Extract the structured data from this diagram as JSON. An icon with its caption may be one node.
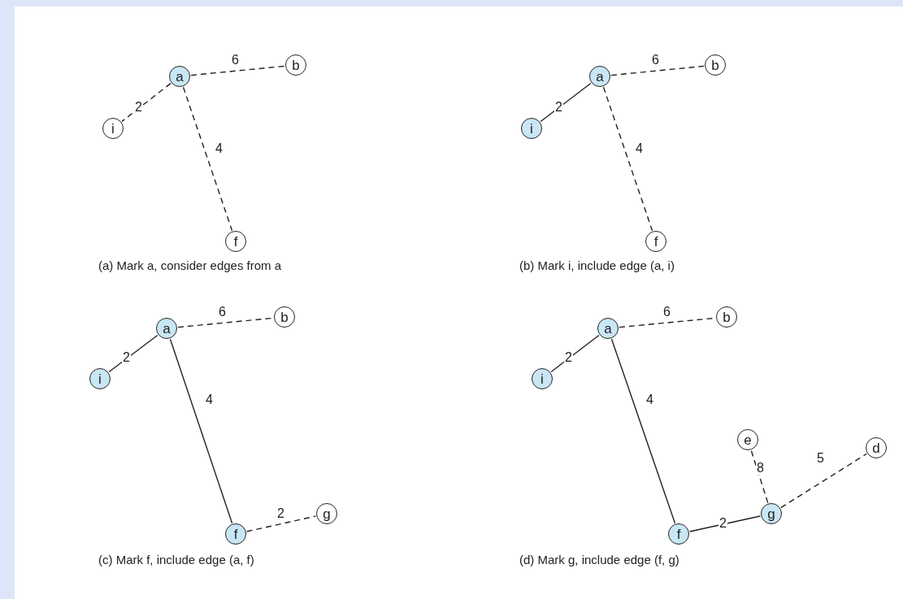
{
  "diagram": {
    "nodes": [
      {
        "text": [
          "a"
        ]
      },
      {
        "text": [
          "b"
        ]
      },
      {
        "text": [
          "i"
        ]
      },
      {
        "text": [
          "f"
        ]
      },
      {
        "text": [
          "a"
        ]
      },
      {
        "text": [
          "b"
        ]
      },
      {
        "text": [
          "i"
        ]
      },
      {
        "text": [
          "f"
        ]
      },
      {
        "text": [
          "a"
        ]
      },
      {
        "text": [
          "b"
        ]
      },
      {
        "text": [
          "i"
        ]
      },
      {
        "text": [
          "f"
        ]
      },
      {
        "text": [
          "g"
        ]
      },
      {
        "text": [
          "a"
        ]
      },
      {
        "text": [
          "b"
        ]
      },
      {
        "text": [
          "i"
        ]
      },
      {
        "text": [
          "f"
        ]
      },
      {
        "text": [
          "g"
        ]
      },
      {
        "text": [
          "e"
        ]
      },
      {
        "text": [
          "d"
        ]
      }
    ],
    "edges": [
      {
        "from": 0,
        "to": 1,
        "arrow": "none",
        "label": "6",
        "style": "dashed"
      },
      {
        "from": 0,
        "to": 2,
        "arrow": "none",
        "label": "2",
        "style": "dashed"
      },
      {
        "from": 0,
        "to": 3,
        "arrow": "none",
        "label": "4",
        "style": "dashed"
      },
      {
        "from": 4,
        "to": 5,
        "arrow": "none",
        "label": "6",
        "style": "dashed"
      },
      {
        "from": 4,
        "to": 6,
        "arrow": "none",
        "label": "2"
      },
      {
        "from": 4,
        "to": 7,
        "arrow": "none",
        "label": "4",
        "style": "dashed"
      },
      {
        "from": 8,
        "to": 9,
        "arrow": "none",
        "label": "6",
        "style": "dashed"
      },
      {
        "from": 8,
        "to": 10,
        "arrow": "none",
        "label": "2"
      },
      {
        "from": 8,
        "to": 11,
        "arrow": "none",
        "label": "4"
      },
      {
        "from": 11,
        "to": 12,
        "arrow": "none",
        "label": "2",
        "style": "dashed"
      },
      {
        "from": 13,
        "to": 14,
        "arrow": "none",
        "label": "6",
        "style": "dashed"
      },
      {
        "from": 13,
        "to": 15,
        "arrow": "none",
        "label": "2"
      },
      {
        "from": 13,
        "to": 16,
        "arrow": "none",
        "label": "4"
      },
      {
        "from": 16,
        "to": 17,
        "arrow": "none",
        "label": "2"
      },
      {
        "from": 17,
        "to": 18,
        "arrow": "none",
        "label": "8",
        "style": "dashed"
      },
      {
        "from": 17,
        "to": 19,
        "arrow": "none",
        "label": "5",
        "style": "dashed"
      }
    ],
    "labels": [
      "(a) Mark a, consider edges from a",
      "(b) Mark i, include edge (a, i)",
      "(c) Mark f, include edge (a, f)",
      "(d) Mark g, include edge (f, g)"
    ]
  }
}
